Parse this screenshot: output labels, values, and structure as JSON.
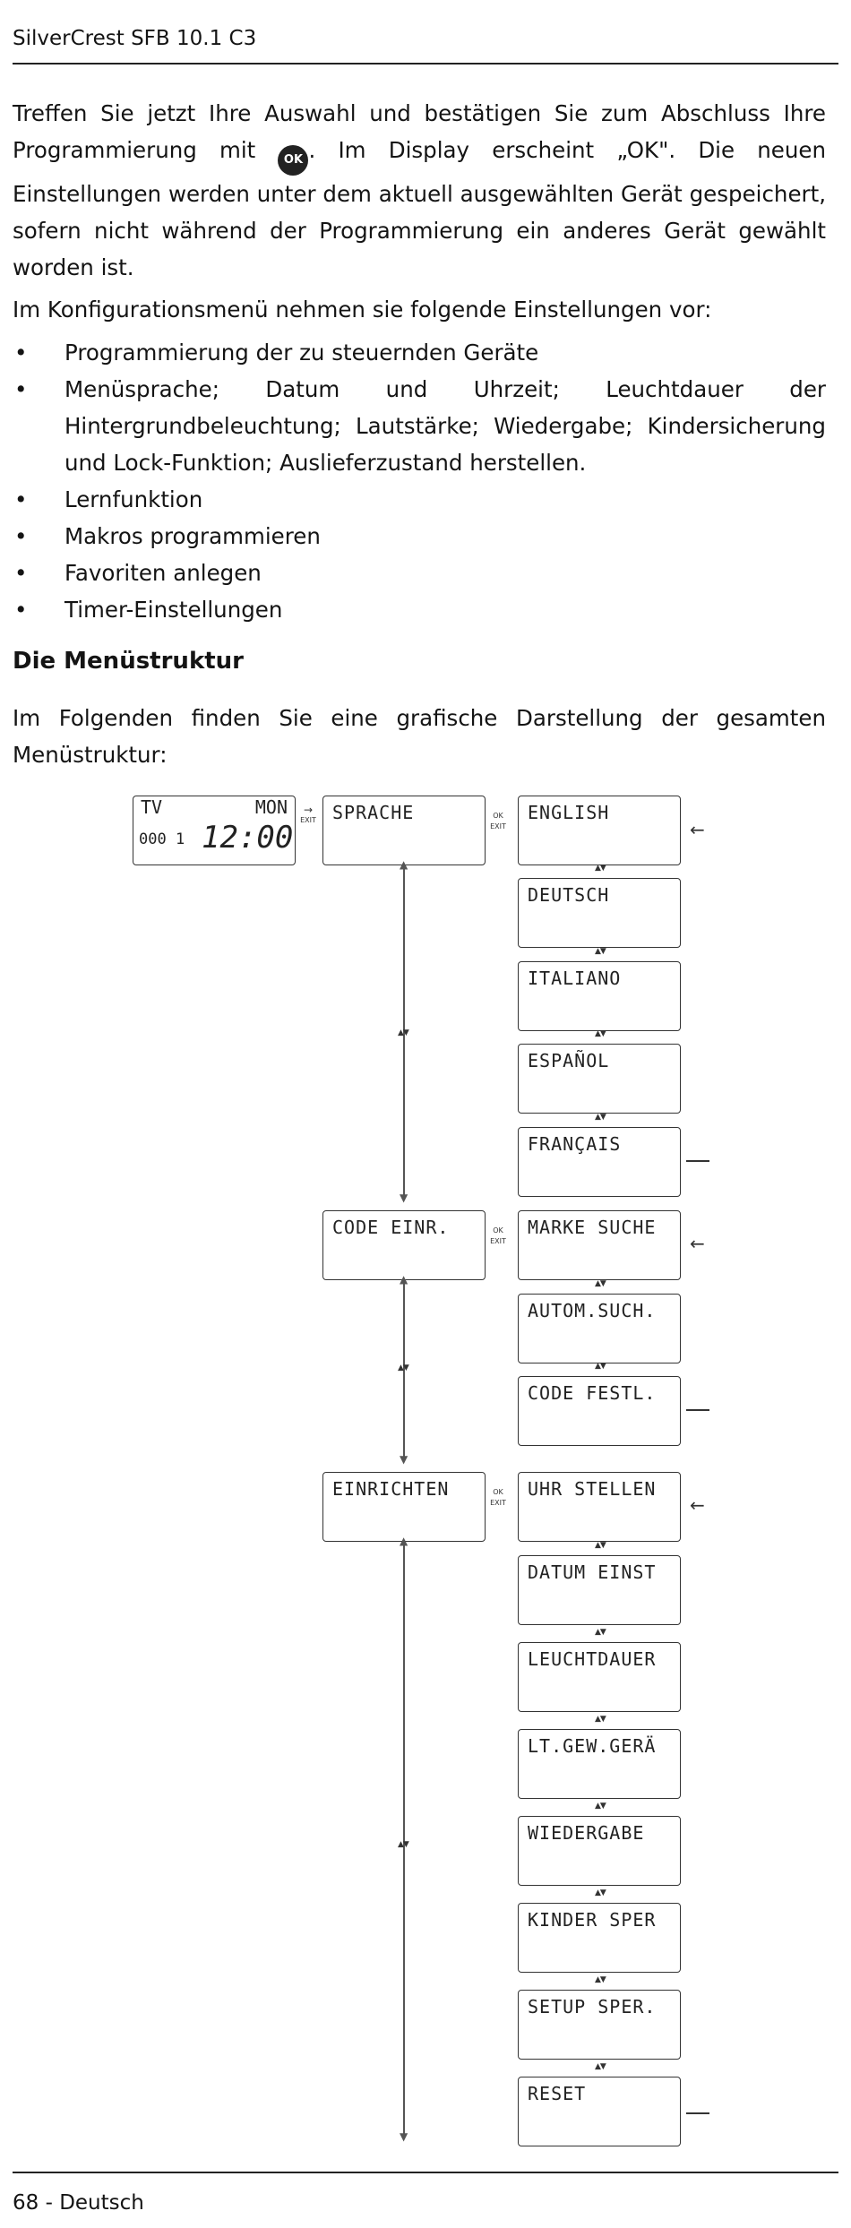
{
  "header": {
    "title": "SilverCrest SFB 10.1 C3"
  },
  "intro": {
    "part1": "Treffen Sie jetzt Ihre Auswahl und bestätigen Sie zum Abschluss Ihre Programmierung mit ",
    "ok_icon_label": "OK",
    "part2": ". Im Display erscheint „OK\". Die neuen Einstellungen werden unter dem aktuell ausgewählten Gerät gespeichert, sofern nicht während der Programmierung ein anderes Gerät gewählt worden ist."
  },
  "config_intro": "Im Konfigurationsmenü nehmen sie folgende Einstellungen vor:",
  "bullets": [
    "Programmierung der zu steuernden Geräte",
    "Menüsprache; Datum und Uhrzeit; Leuchtdauer der Hintergrundbeleuchtung; Lautstärke; Wiedergabe; Kindersicherung und Lock-Funktion; Auslieferzustand herstellen.",
    "Lernfunktion",
    "Makros programmieren",
    "Favoriten anlegen",
    "Timer-Einstellungen"
  ],
  "section_title": "Die Menüstruktur",
  "section_text": "Im Folgenden finden Sie eine grafische Darstellung der gesamten Menüstruktur:",
  "diagram": {
    "start_display": {
      "device": "TV",
      "day": "MON",
      "code": "000 1",
      "time": "12:00"
    },
    "ok_label": "OK",
    "exit_label": "EXIT",
    "menus": [
      {
        "label": "SPRACHE",
        "items": [
          "ENGLISH",
          "DEUTSCH",
          "ITALIANO",
          "ESPAÑOL",
          "FRANÇAIS"
        ]
      },
      {
        "label": "CODE EINR.",
        "items": [
          "MARKE SUCHE",
          "AUTOM.SUCH.",
          "CODE FESTL."
        ]
      },
      {
        "label": "EINRICHTEN",
        "items": [
          "UHR STELLEN",
          "DATUM EINST",
          "LEUCHTDAUER",
          "LT.GEW.GERÄ",
          "WIEDERGABE",
          "KINDER SPER",
          "SETUP SPER.",
          "RESET"
        ]
      }
    ]
  },
  "footer": {
    "page": "68 - Deutsch"
  }
}
